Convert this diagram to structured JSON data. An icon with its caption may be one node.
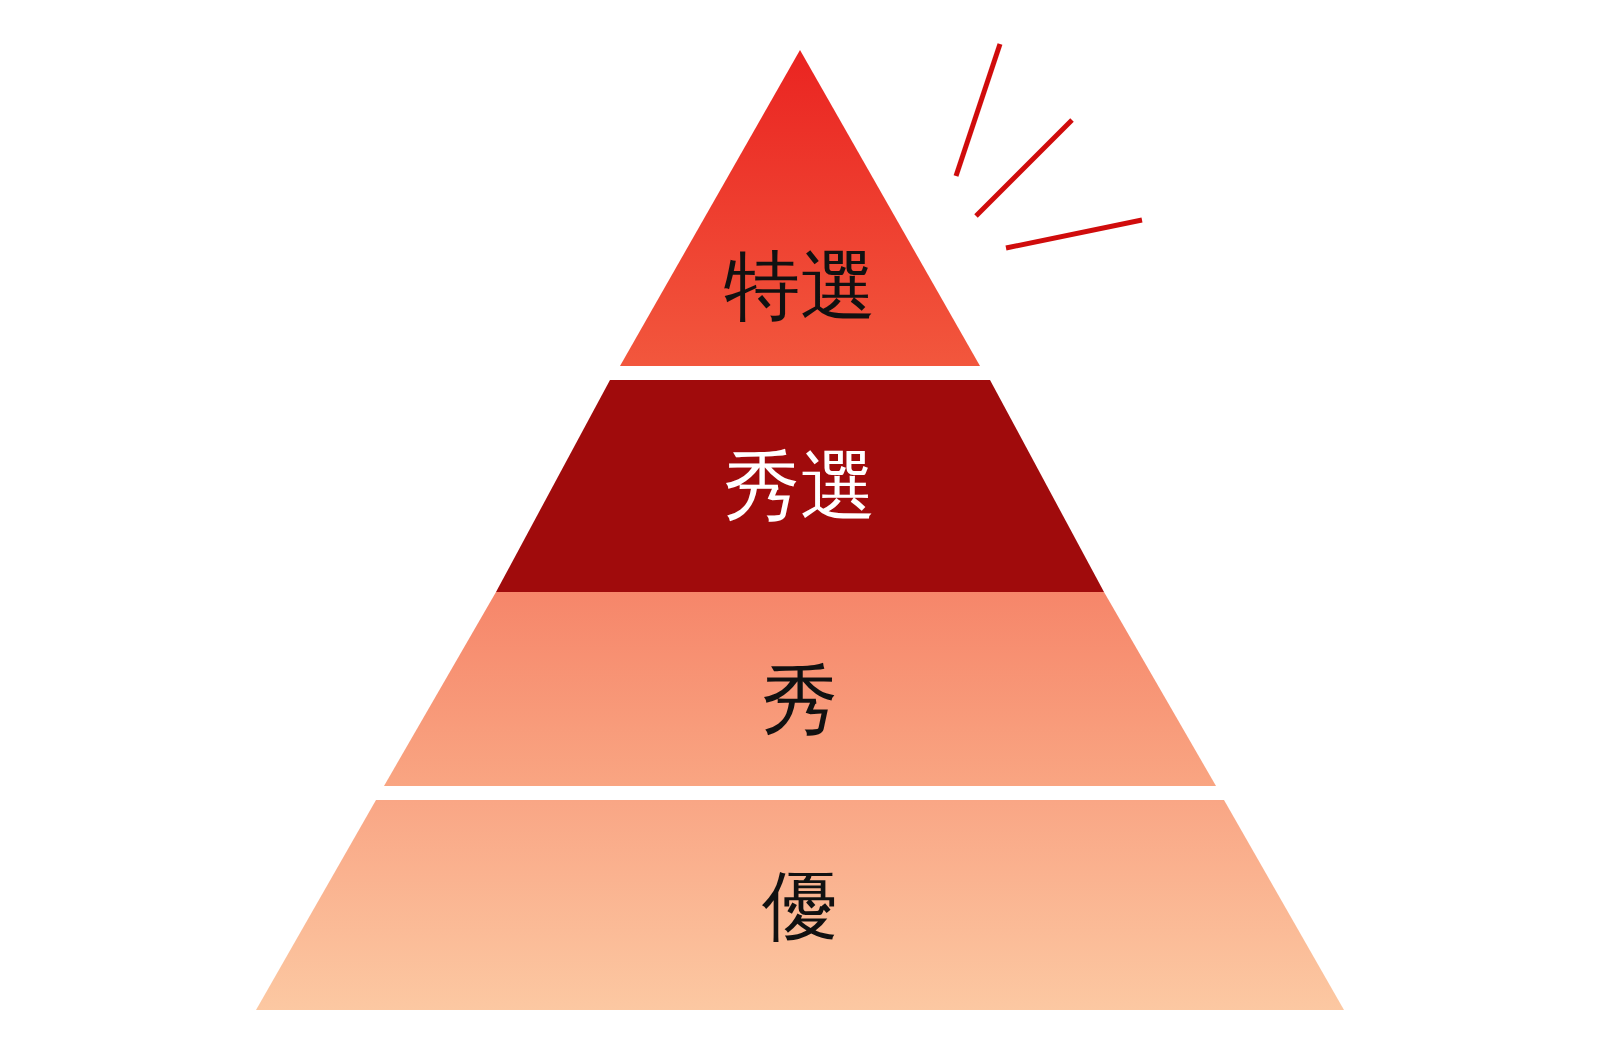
{
  "diagram": {
    "nodes": [
      {
        "text": [
          "特選"
        ]
      },
      {
        "text": [
          "秀選"
        ]
      },
      {
        "text": [
          "秀"
        ]
      },
      {
        "text": [
          "優"
        ]
      }
    ]
  }
}
